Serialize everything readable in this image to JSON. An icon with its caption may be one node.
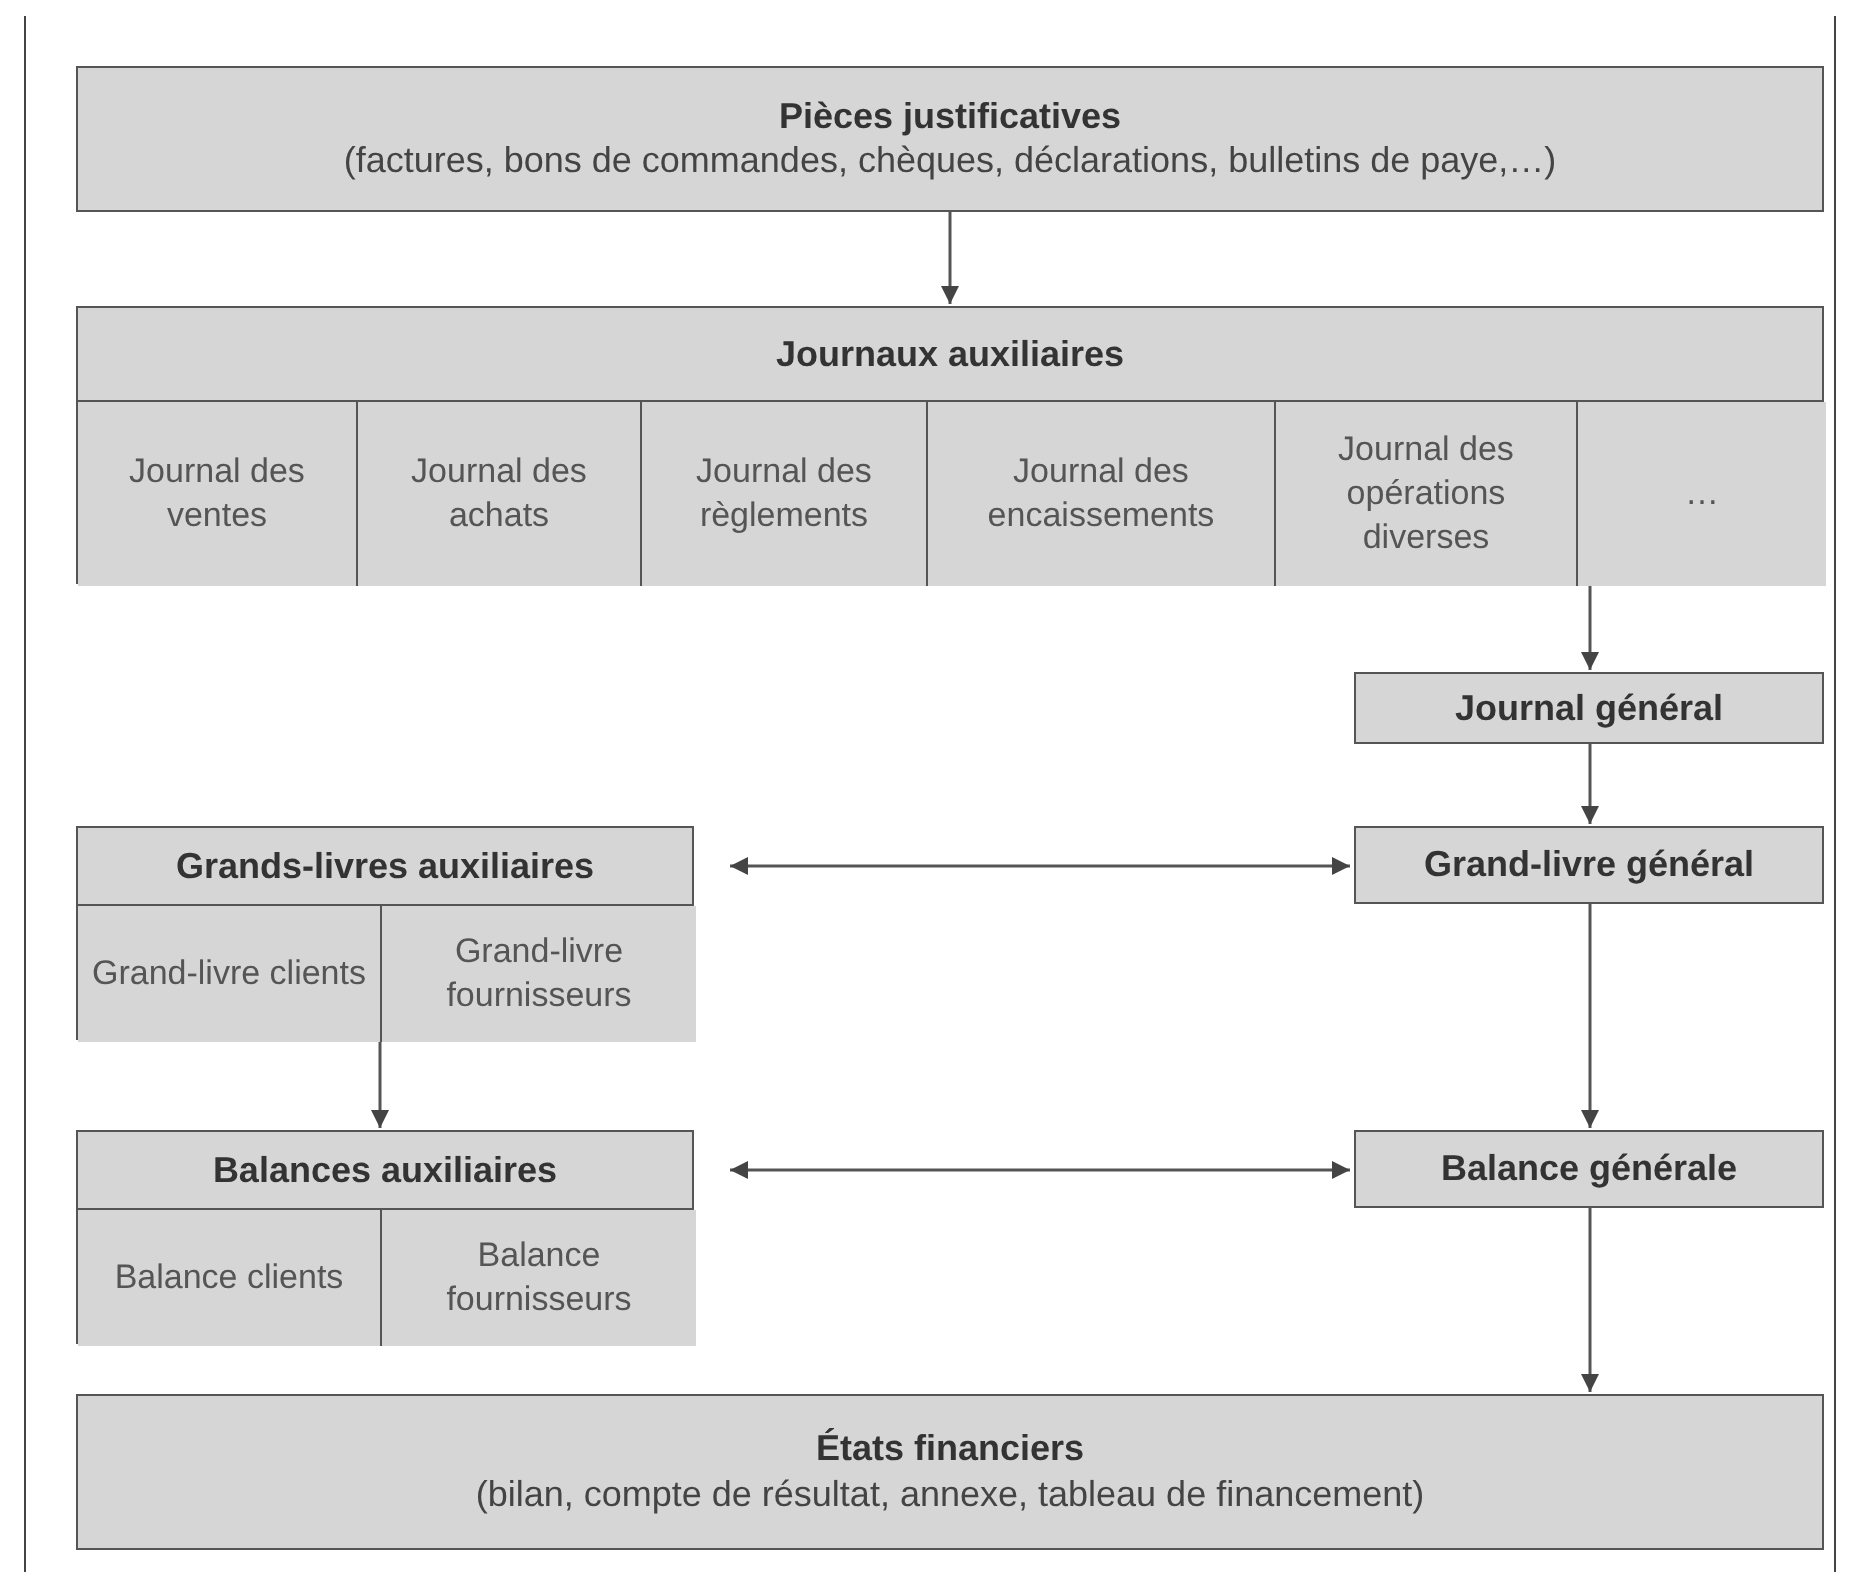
{
  "diagram": {
    "nodes": [
      {
        "text": [
          "Pièces justificatives",
          "(factures, bons de commandes, chèques, déclarations, bulletins de paye,…)"
        ]
      },
      {
        "text": [
          "Journaux auxiliaires"
        ]
      },
      {
        "text": [
          "Journal des ventes"
        ],
        "in": 1
      },
      {
        "text": [
          "Journal des achats"
        ],
        "in": 1
      },
      {
        "text": [
          "Journal des règlements"
        ],
        "in": 1
      },
      {
        "text": [
          "Journal des encaissements"
        ],
        "in": 1
      },
      {
        "text": [
          "Journal des opérations diverses"
        ],
        "in": 1
      },
      {
        "text": [
          "…"
        ],
        "in": 1
      },
      {
        "text": [
          "Journal général"
        ]
      },
      {
        "text": [
          "Grands-livres auxiliaires"
        ]
      },
      {
        "text": [
          "Grand-livre clients"
        ],
        "in": 9
      },
      {
        "text": [
          "Grand-livre fournisseurs"
        ],
        "in": 9
      },
      {
        "text": [
          "Grand-livre général"
        ]
      },
      {
        "text": [
          "Balances auxiliaires"
        ]
      },
      {
        "text": [
          "Balance clients"
        ],
        "in": 13
      },
      {
        "text": [
          "Balance fournisseurs"
        ],
        "in": 13
      },
      {
        "text": [
          "Balance générale"
        ]
      },
      {
        "text": [
          "États financiers",
          "(bilan, compte de résultat, annexe, tableau de financement)"
        ]
      }
    ],
    "edges": [
      {
        "from": 0,
        "to": 1,
        "arrow": "to"
      },
      {
        "from": 1,
        "to": 8,
        "arrow": "to"
      },
      {
        "from": 8,
        "to": 12,
        "arrow": "to"
      },
      {
        "from": 9,
        "to": 12,
        "arrow": "both"
      },
      {
        "from": 9,
        "to": 13,
        "arrow": "to"
      },
      {
        "from": 12,
        "to": 16,
        "arrow": "to"
      },
      {
        "from": 13,
        "to": 16,
        "arrow": "both"
      },
      {
        "from": 16,
        "to": 17,
        "arrow": "to"
      }
    ]
  }
}
